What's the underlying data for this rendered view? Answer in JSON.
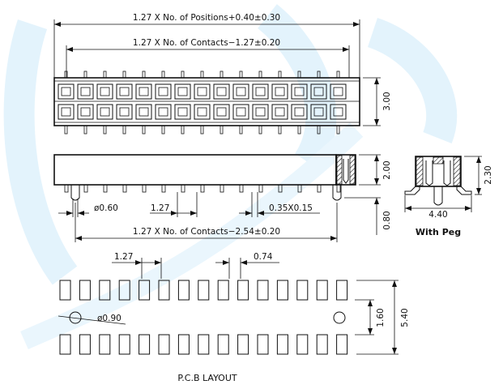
{
  "top_view": {
    "overall_dimension": "1.27 X No. of Positions+0.40±0.30",
    "contact_span_dimension": "1.27 X No. of Contacts−1.27±0.20",
    "height_dimension": "3.00",
    "positions_per_row": 15,
    "rows": 2
  },
  "side_view": {
    "pin_diameter": "ø0.60",
    "pitch": "1.27",
    "contact_section": "0.35X0.15",
    "body_height": "2.00",
    "tail_length": "0.80",
    "tail_span_dimension": "1.27 X No. of Contacts−2.54±0.20"
  },
  "peg_view": {
    "width": "4.40",
    "height": "2.30",
    "caption": "With Peg"
  },
  "pcb_layout": {
    "pitch": "1.27",
    "pad_width": "0.74",
    "peg_hole": "ø0.90",
    "inner_span": "1.60",
    "outer_span": "5.40",
    "caption": "P.C.B  LAYOUT",
    "pads_per_row": 15
  },
  "colors": {
    "line": "#111111",
    "watermark": "#dff1fb"
  }
}
